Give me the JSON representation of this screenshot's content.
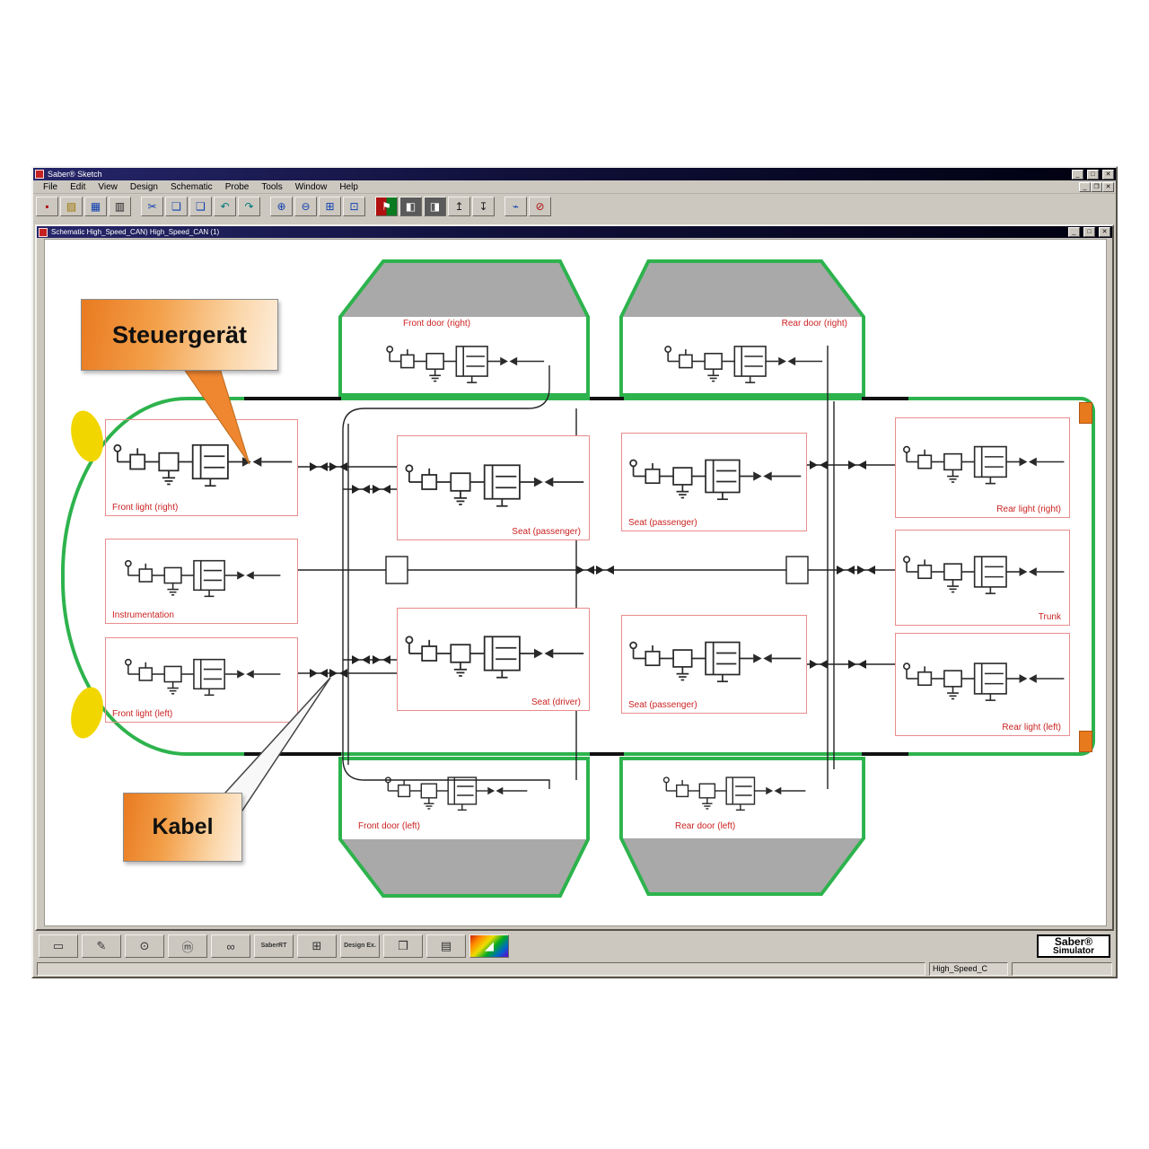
{
  "window": {
    "title": "Saber® Sketch",
    "menus": [
      "File",
      "Edit",
      "View",
      "Design",
      "Schematic",
      "Probe",
      "Tools",
      "Window",
      "Help"
    ]
  },
  "child_window": {
    "title": "Schematic High_Speed_CAN) High_Speed_CAN (1)"
  },
  "toolbar": {
    "items": [
      {
        "name": "new",
        "glyph": "▪"
      },
      {
        "name": "open",
        "glyph": "▨"
      },
      {
        "name": "save",
        "glyph": "▦"
      },
      {
        "name": "print",
        "glyph": "▥"
      },
      {
        "name": "cut",
        "glyph": "✂"
      },
      {
        "name": "copy",
        "glyph": "❏"
      },
      {
        "name": "paste",
        "glyph": "❑"
      },
      {
        "name": "undo",
        "glyph": "↶"
      },
      {
        "name": "redo",
        "glyph": "↷"
      },
      {
        "name": "zoom-in",
        "glyph": "⊕"
      },
      {
        "name": "zoom-out",
        "glyph": "⊖"
      },
      {
        "name": "zoom-full",
        "glyph": "⊞"
      },
      {
        "name": "zoom-area",
        "glyph": "⊡"
      },
      {
        "name": "design-check",
        "glyph": "⚑"
      },
      {
        "name": "contrast",
        "glyph": "◧"
      },
      {
        "name": "display",
        "glyph": "◨"
      },
      {
        "name": "wire-up",
        "glyph": "↥"
      },
      {
        "name": "wire-down",
        "glyph": "↧"
      },
      {
        "name": "simulate",
        "glyph": "⌁"
      },
      {
        "name": "stop",
        "glyph": "⊘"
      }
    ]
  },
  "schematic": {
    "modules": [
      {
        "label": "Front door (right)"
      },
      {
        "label": "Rear door (right)"
      },
      {
        "label": "Front light (right)"
      },
      {
        "label": "Instrumentation"
      },
      {
        "label": "Front light (left)"
      },
      {
        "label": "Seat (passenger)"
      },
      {
        "label": "Seat (passenger)"
      },
      {
        "label": "Seat (driver)"
      },
      {
        "label": "Seat (passenger)"
      },
      {
        "label": "Rear light (right)"
      },
      {
        "label": "Trunk"
      },
      {
        "label": "Rear light (left)"
      },
      {
        "label": "Front door (left)"
      },
      {
        "label": "Rear door (left)"
      }
    ],
    "callouts": {
      "controller": "Steuergerät",
      "cable": "Kabel"
    },
    "colors": {
      "car_outline": "#2db34d",
      "module_border": "#e98c8c",
      "module_label": "#cc2222",
      "door_fill": "#a9a9a9",
      "headlight": "#f2d600",
      "corner_marker": "#e87a1e",
      "callout_orange": "#f09040"
    }
  },
  "bottom_toolbar": {
    "items": [
      {
        "name": "parts-gallery",
        "glyph": "▭"
      },
      {
        "name": "sketch-pencil",
        "glyph": "✎"
      },
      {
        "name": "analysis",
        "glyph": "⊙"
      },
      {
        "name": "measurement",
        "glyph": "ⓜ"
      },
      {
        "name": "scope",
        "glyph": "∞"
      },
      {
        "name": "saber-rt",
        "glyph": "SaberRT"
      },
      {
        "name": "design-tools",
        "glyph": "⊞"
      },
      {
        "name": "design-examples",
        "glyph": "Design Ex."
      },
      {
        "name": "reports",
        "glyph": "❒"
      },
      {
        "name": "data-list",
        "glyph": "▤"
      },
      {
        "name": "spectrum",
        "glyph": "◢"
      }
    ]
  },
  "branding": {
    "line1": "Saber®",
    "line2": "Simulator"
  },
  "statusbar": {
    "doc": "High_Speed_C"
  }
}
